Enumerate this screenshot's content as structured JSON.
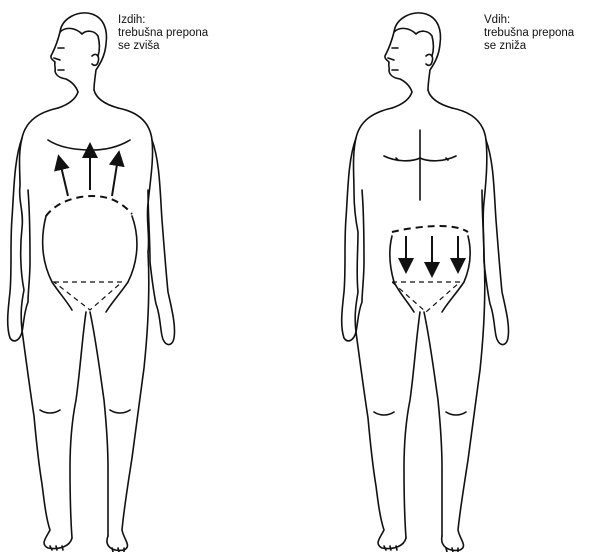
{
  "left_panel": {
    "caption_line1": "Izdih:",
    "caption_line2": "trebušna prepona",
    "caption_line3": "se zviša"
  },
  "right_panel": {
    "caption_line1": "Vdih:",
    "caption_line2": "trebušna prepona",
    "caption_line3": "se zniža"
  },
  "colors": {
    "line": "#111111",
    "background": "#ffffff"
  }
}
